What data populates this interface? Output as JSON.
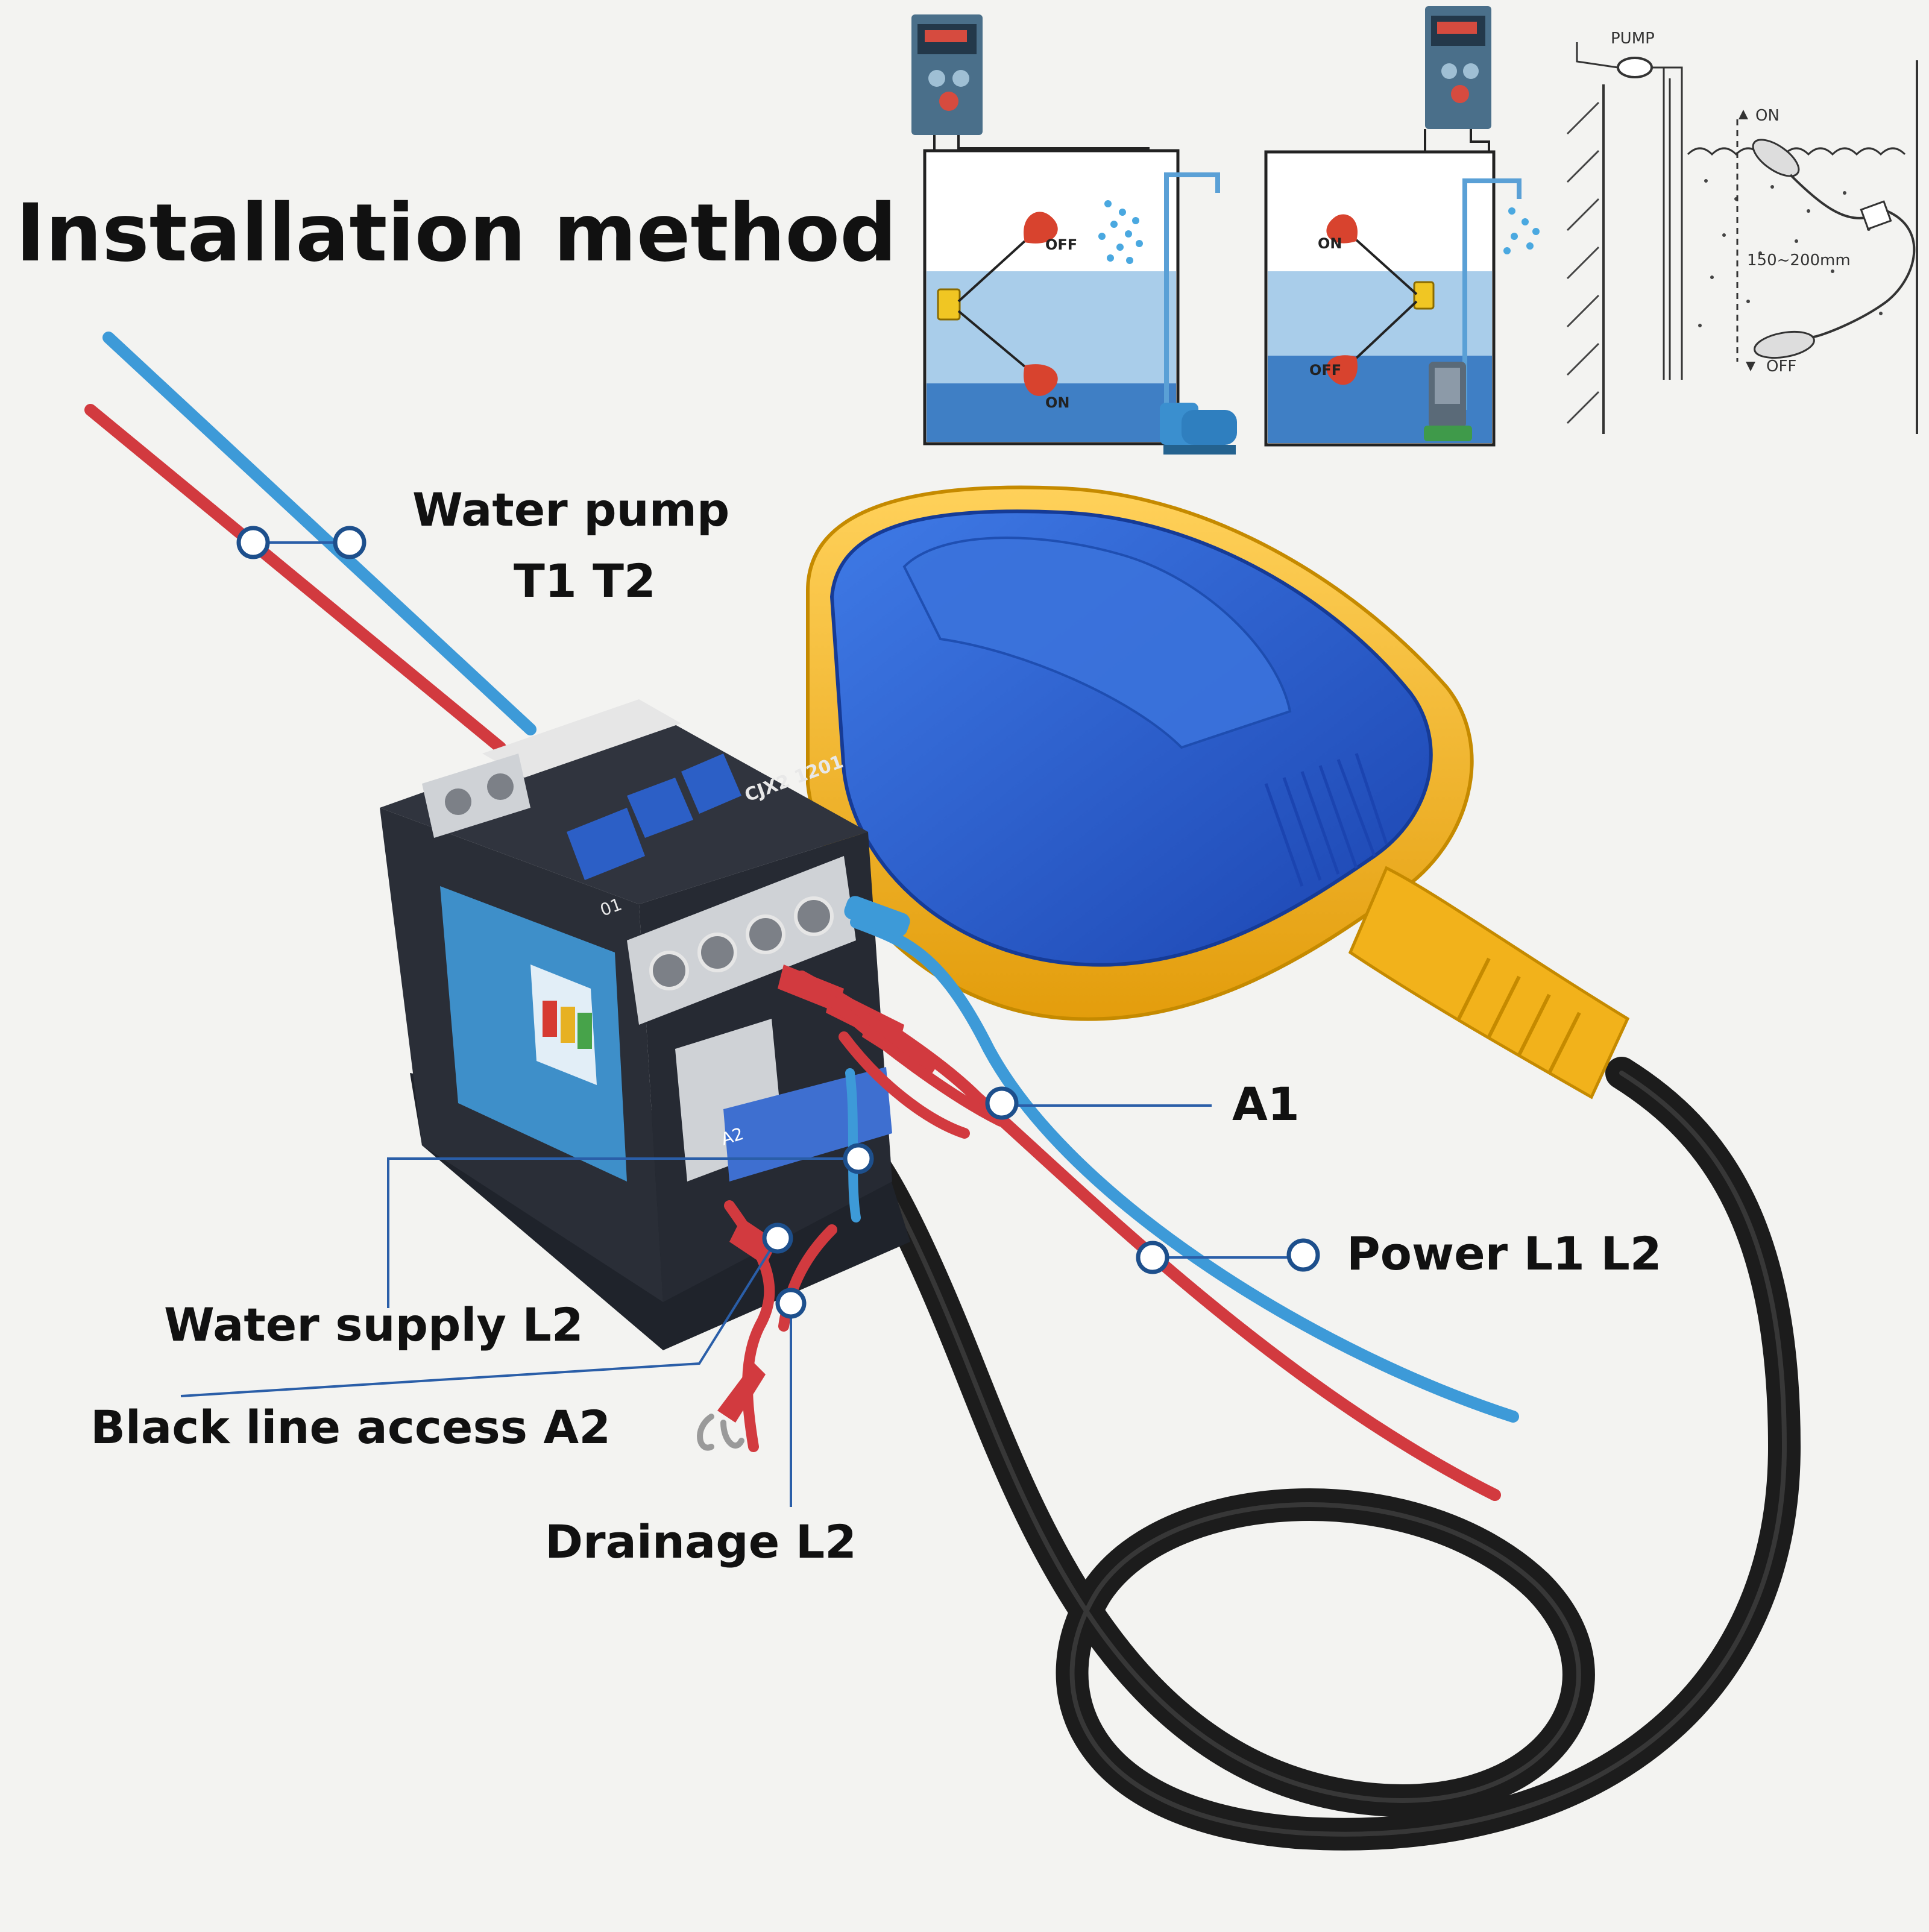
{
  "title": "Installation method",
  "labels": {
    "water_pump": "Water pump",
    "t1_t2": "T1 T2",
    "a1": "A1",
    "power": "Power L1 L2",
    "water_supply": "Water supply L2",
    "black_line": "Black line access A2",
    "drainage": "Drainage L2"
  },
  "diagram_supply": {
    "off": "OFF",
    "on": "ON"
  },
  "diagram_drain": {
    "on": "ON",
    "off": "OFF"
  },
  "diagram_sump": {
    "pump": "PUMP",
    "on": "ON",
    "off": "OFF",
    "range": "150~200mm"
  },
  "contactor": {
    "model": "CJX2 1201",
    "aux": "01",
    "coil": "A2"
  },
  "colors": {
    "live_wire": "#d23a3f",
    "neutral_wire": "#3d9ad8",
    "float_body": "#2b5fcf",
    "float_shell": "#f2b21b",
    "cable": "#1c1c1c",
    "contactor": "#262a33",
    "water_light": "#a9cdea",
    "water_dark": "#3f7fc5"
  }
}
